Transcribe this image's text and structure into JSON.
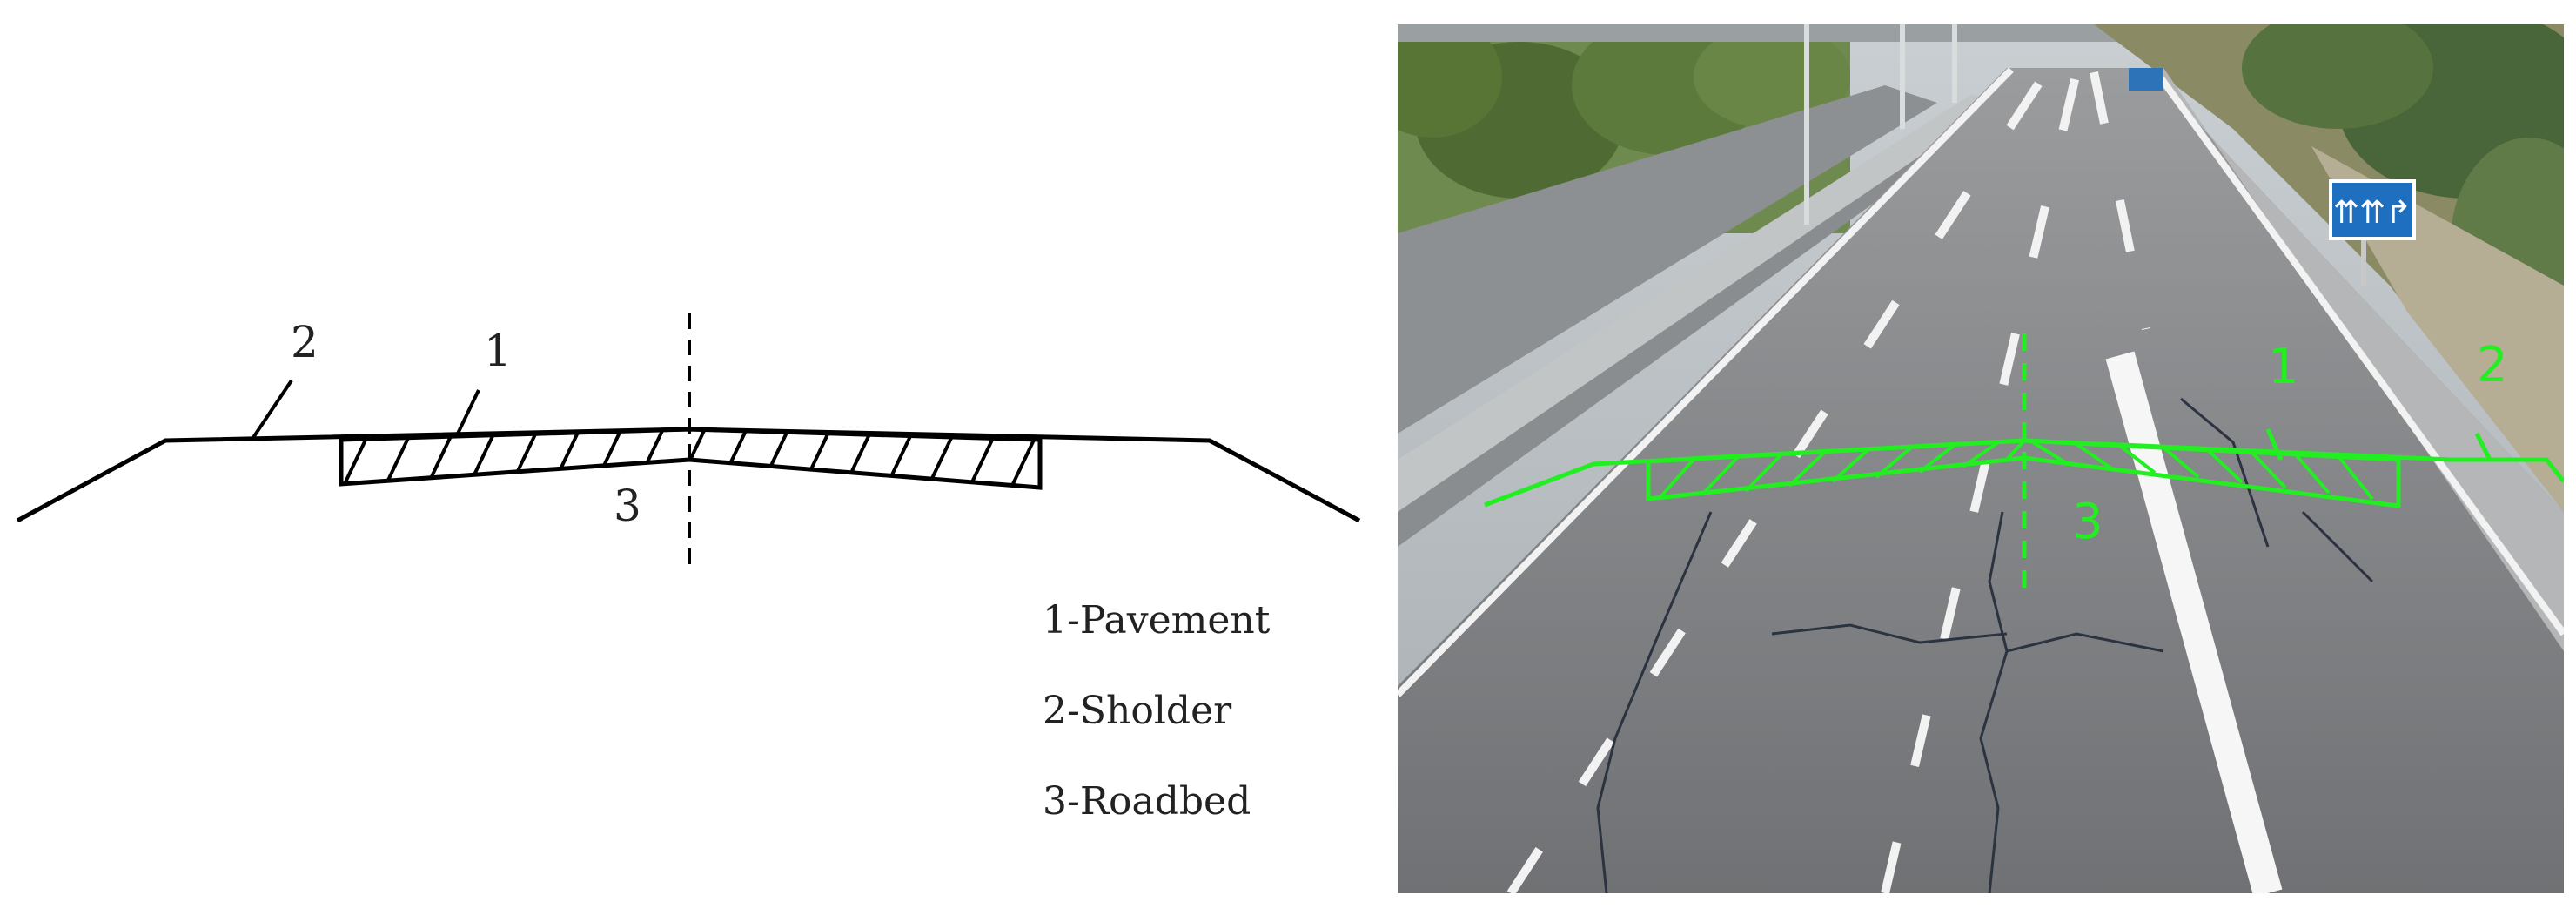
{
  "schematic": {
    "callouts": [
      {
        "number": "2"
      },
      {
        "number": "1"
      },
      {
        "number": "3"
      }
    ],
    "stroke_color": "#000000"
  },
  "legend": {
    "items": [
      {
        "label": "1-Pavement"
      },
      {
        "label": "2-Sholder"
      },
      {
        "label": "3-Roadbed"
      }
    ]
  },
  "photo": {
    "overlay_color": "#22ee22",
    "overlay_labels": [
      {
        "number": "1"
      },
      {
        "number": "2"
      },
      {
        "number": "3"
      }
    ],
    "sign_glyph": "⇈⇈↱"
  }
}
